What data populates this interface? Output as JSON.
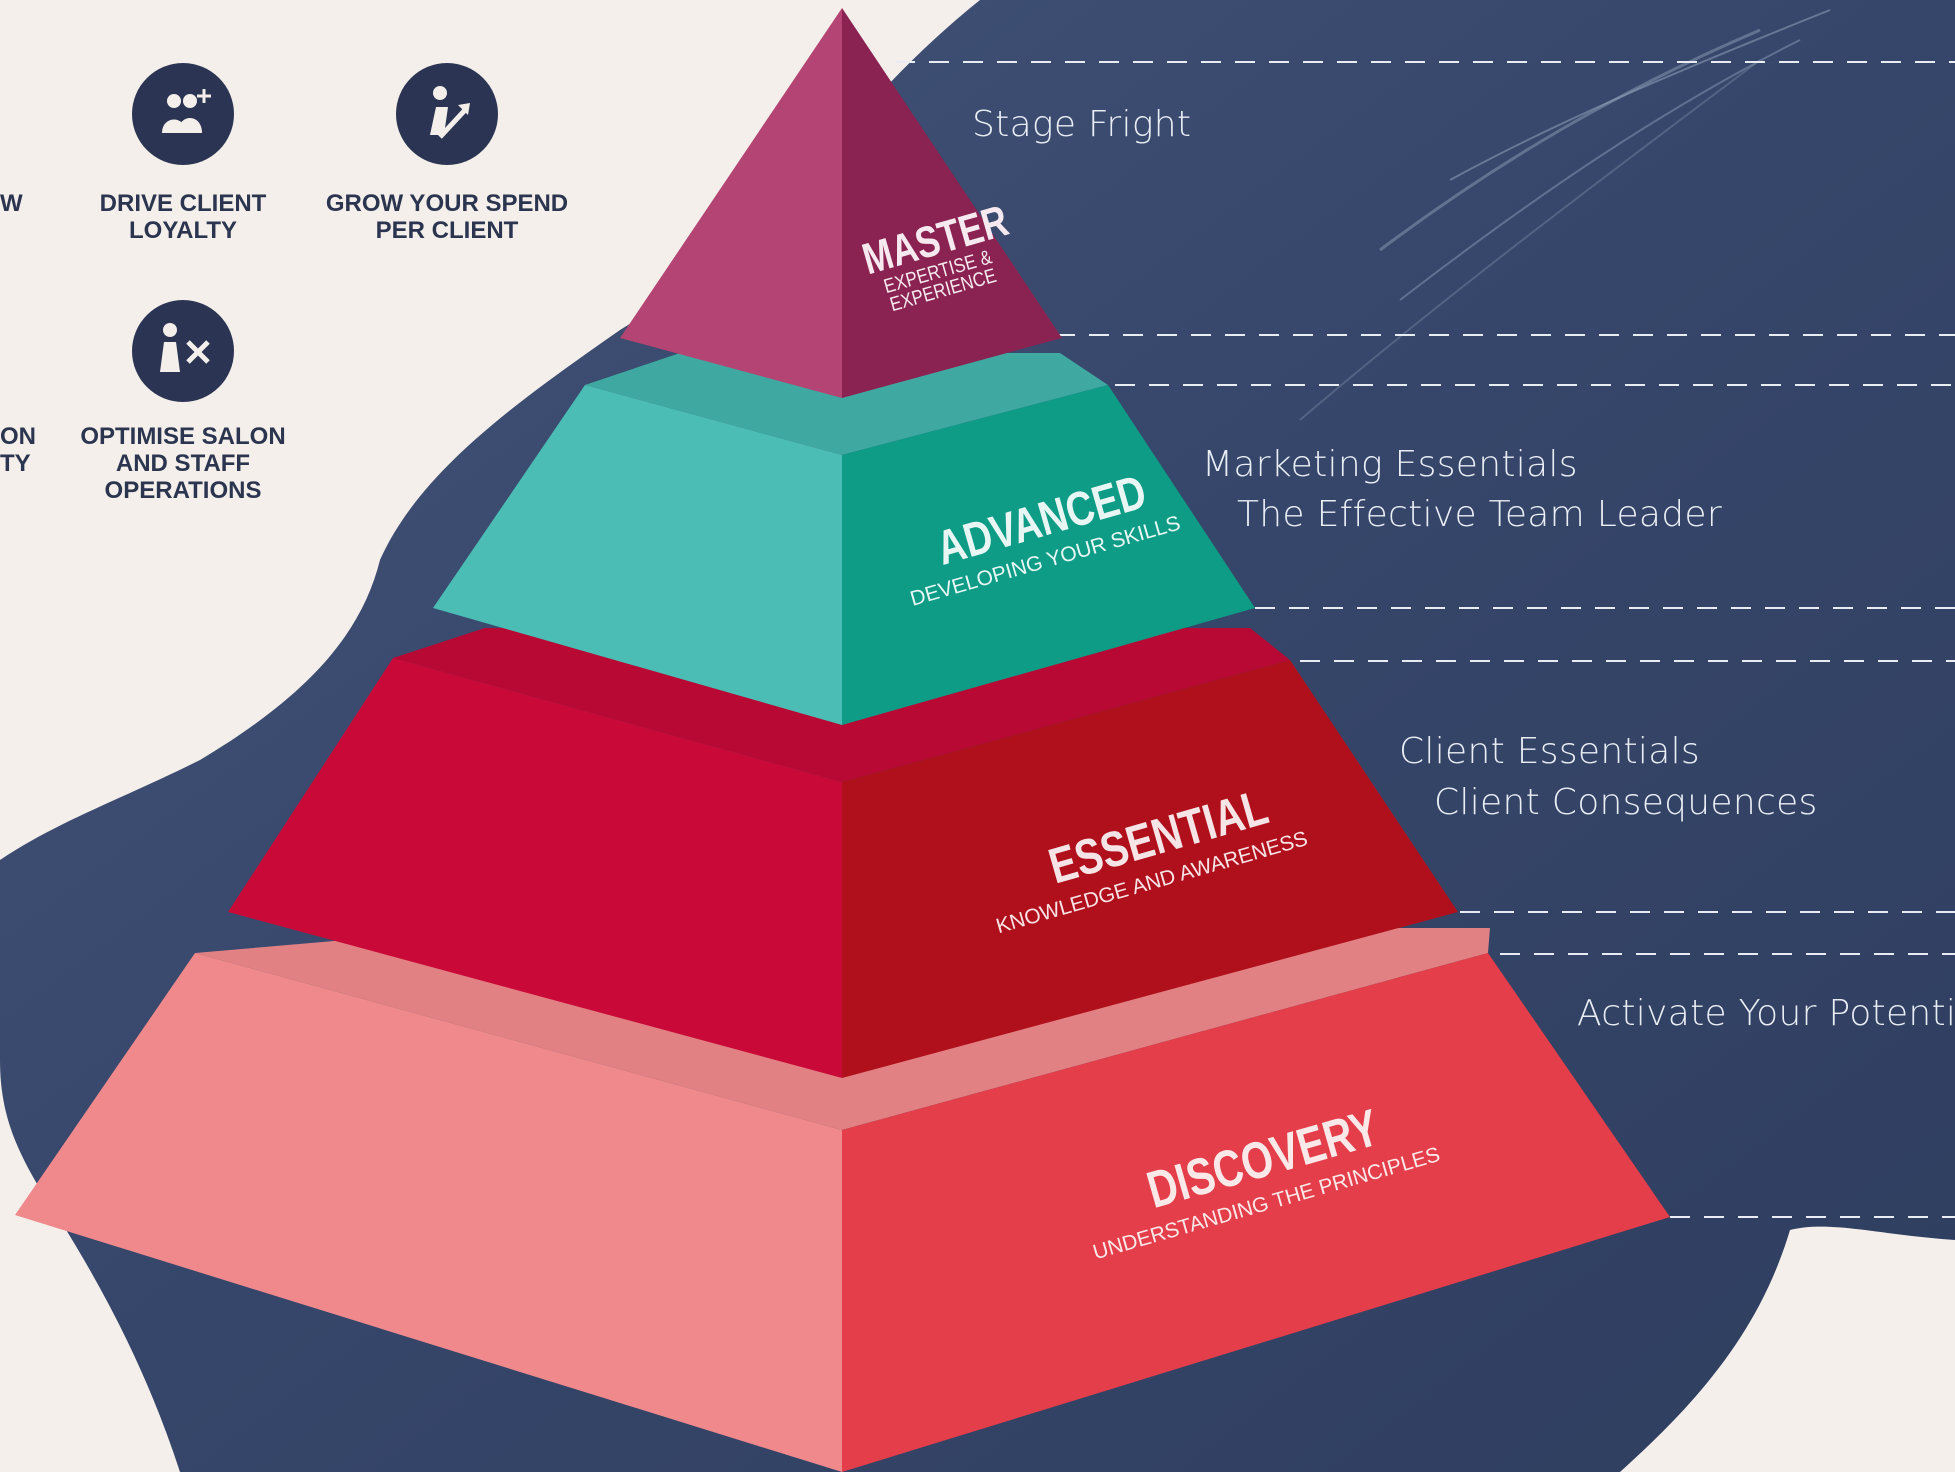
{
  "goals": [
    {
      "icon": "users-plus-icon",
      "label": "DRIVE CLIENT LOYALTY"
    },
    {
      "icon": "growth-arrow-icon",
      "label": "GROW YOUR SPEND PER CLIENT"
    },
    {
      "icon": "staff-tools-icon",
      "label": "OPTIMISE SALON AND STAFF OPERATIONS"
    }
  ],
  "cropped_goals": [
    {
      "label": "W"
    },
    {
      "label": "ON"
    },
    {
      "label": "TY"
    }
  ],
  "levels": [
    {
      "name": "MASTER",
      "subtitle_line1": "EXPERTISE &",
      "subtitle_line2": "EXPERIENCE",
      "courses": [
        "Stage Fright"
      ]
    },
    {
      "name": "ADVANCED",
      "subtitle": "DEVELOPING YOUR SKILLS",
      "courses": [
        "Marketing Essentials",
        "The Effective Team Leader"
      ]
    },
    {
      "name": "ESSENTIAL",
      "subtitle": "KNOWLEDGE AND AWARENESS",
      "courses": [
        "Client Essentials",
        "Client Consequences"
      ]
    },
    {
      "name": "DISCOVERY",
      "subtitle": "UNDERSTANDING THE PRINCIPLES",
      "courses": [
        "Activate Your Potential"
      ]
    }
  ],
  "colors": {
    "background": "#f4efea",
    "brush": "#3a4a6b",
    "navy_text": "#2b3550",
    "master_left": "#b34473",
    "master_right": "#8a2352",
    "advanced_left": "#4bbdb5",
    "advanced_right": "#0e9c87",
    "essential_left": "#c90a38",
    "essential_right": "#b0101c",
    "discovery_left": "#ee898c",
    "discovery_right": "#e33e4a"
  }
}
